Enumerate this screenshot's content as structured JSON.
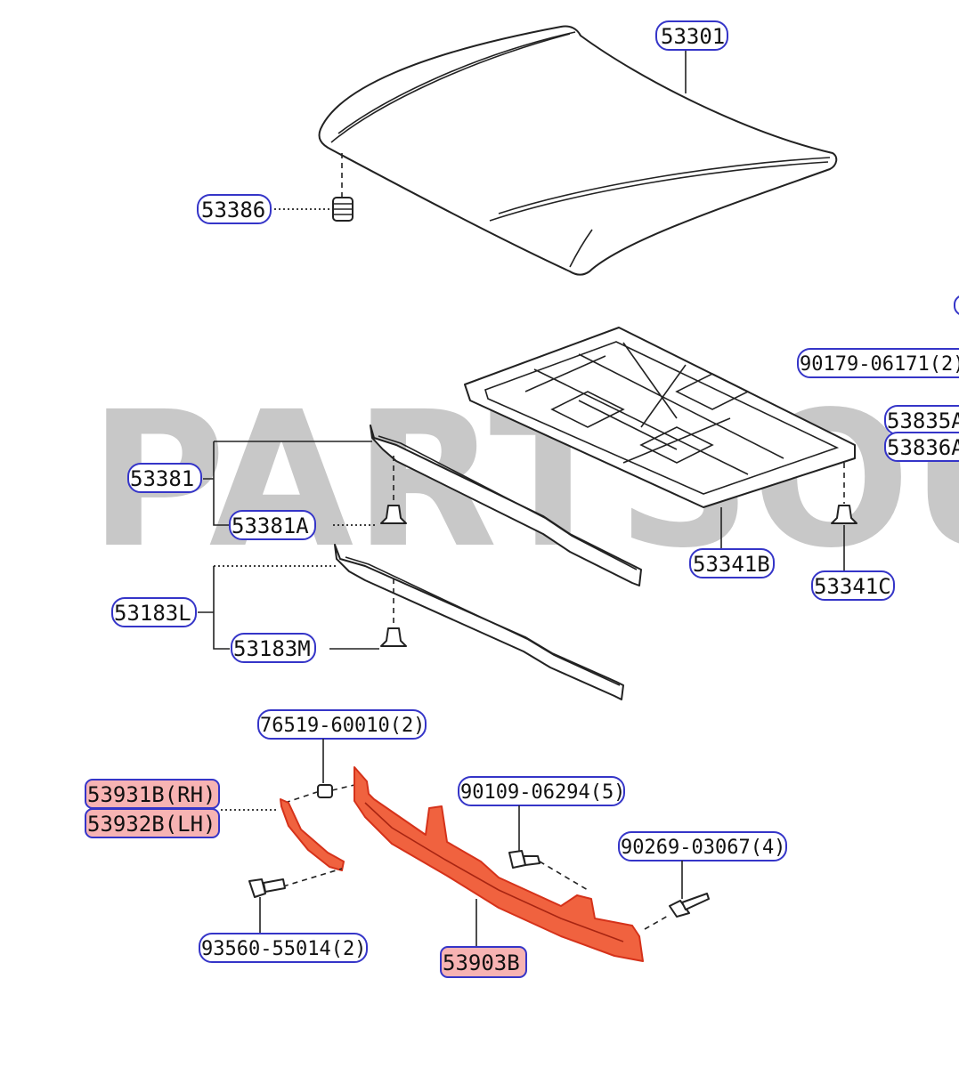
{
  "watermark": "PARTSOU",
  "labels": {
    "hood": "53301",
    "cushion": "53386",
    "insulator_clip_ref": "90179-06171(2)",
    "pad_a": "53835A",
    "pad_b": "53836A",
    "seal_front": "53381",
    "seal_front_clip": "53381A",
    "insulator": "53341B",
    "insulator_clip": "53341C",
    "seal_lower": "53183L",
    "seal_lower_clip": "53183M",
    "clip_nut": "76519-60010(2)",
    "protector_rh": "53931B(RH)",
    "protector_lh": "53932B(LH)",
    "bolt_a": "90109-06294(5)",
    "rivet": "90269-03067(4)",
    "screw": "93560-55014(2)",
    "lower_protector": "53903B"
  },
  "colors": {
    "label_border": "#3535c8",
    "highlight_fill": "#f7b3b3",
    "part_highlight": "#f0623f",
    "watermark": "#c8c8c8"
  }
}
